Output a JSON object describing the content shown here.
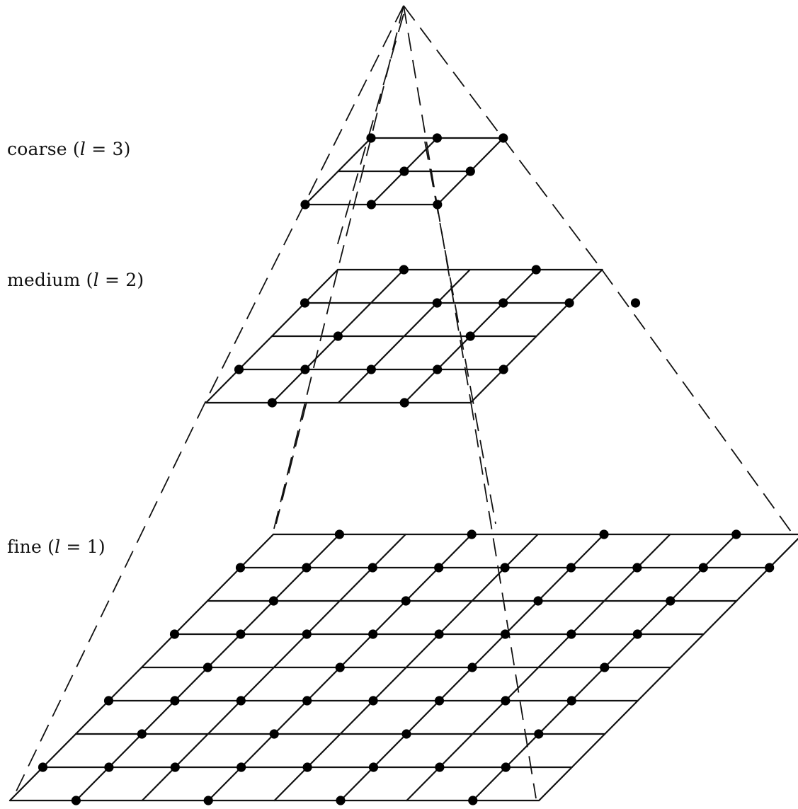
{
  "levels": [
    {
      "id": "coarse",
      "name": "coarse",
      "l_symbol": "l",
      "eq": " = ",
      "value": "3",
      "cells": 2,
      "nodes": [
        [
          0,
          0
        ],
        [
          1,
          0
        ],
        [
          2,
          0
        ],
        [
          1,
          1
        ],
        [
          2,
          1
        ],
        [
          0,
          2
        ],
        [
          1,
          2
        ],
        [
          2,
          2
        ]
      ]
    },
    {
      "id": "medium",
      "name": "medium",
      "l_symbol": "l",
      "eq": " = ",
      "value": "2",
      "cells": 4,
      "nodes": [
        [
          1,
          0
        ],
        [
          3,
          0
        ],
        [
          0,
          1
        ],
        [
          2,
          1
        ],
        [
          3,
          1
        ],
        [
          4,
          1
        ],
        [
          5,
          1
        ],
        [
          1,
          2
        ],
        [
          3,
          2
        ],
        [
          0,
          3
        ],
        [
          1,
          3
        ],
        [
          2,
          3
        ],
        [
          3,
          3
        ],
        [
          4,
          3
        ],
        [
          1,
          4
        ],
        [
          3,
          4
        ]
      ]
    },
    {
      "id": "fine",
      "name": "fine",
      "l_symbol": "l",
      "eq": " = ",
      "value": "1",
      "cells": 8,
      "nodes": [
        [
          1,
          0
        ],
        [
          3,
          0
        ],
        [
          5,
          0
        ],
        [
          7,
          0
        ],
        [
          0,
          1
        ],
        [
          1,
          1
        ],
        [
          2,
          1
        ],
        [
          3,
          1
        ],
        [
          4,
          1
        ],
        [
          5,
          1
        ],
        [
          6,
          1
        ],
        [
          7,
          1
        ],
        [
          8,
          1
        ],
        [
          1,
          2
        ],
        [
          3,
          2
        ],
        [
          5,
          2
        ],
        [
          7,
          2
        ],
        [
          0,
          3
        ],
        [
          1,
          3
        ],
        [
          2,
          3
        ],
        [
          3,
          3
        ],
        [
          4,
          3
        ],
        [
          5,
          3
        ],
        [
          6,
          3
        ],
        [
          7,
          3
        ],
        [
          1,
          4
        ],
        [
          3,
          4
        ],
        [
          5,
          4
        ],
        [
          7,
          4
        ],
        [
          0,
          5
        ],
        [
          1,
          5
        ],
        [
          2,
          5
        ],
        [
          3,
          5
        ],
        [
          4,
          5
        ],
        [
          5,
          5
        ],
        [
          6,
          5
        ],
        [
          7,
          5
        ],
        [
          1,
          6
        ],
        [
          3,
          6
        ],
        [
          5,
          6
        ],
        [
          7,
          6
        ],
        [
          0,
          7
        ],
        [
          1,
          7
        ],
        [
          2,
          7
        ],
        [
          3,
          7
        ],
        [
          4,
          7
        ],
        [
          5,
          7
        ],
        [
          6,
          7
        ],
        [
          7,
          7
        ],
        [
          1,
          8
        ],
        [
          3,
          8
        ],
        [
          5,
          8
        ],
        [
          7,
          8
        ]
      ]
    }
  ],
  "colors": {
    "ink": "#111111",
    "node": "#000000",
    "background": "#ffffff"
  },
  "style": {
    "projection_lines": "dashed",
    "apex_lines": 4
  }
}
